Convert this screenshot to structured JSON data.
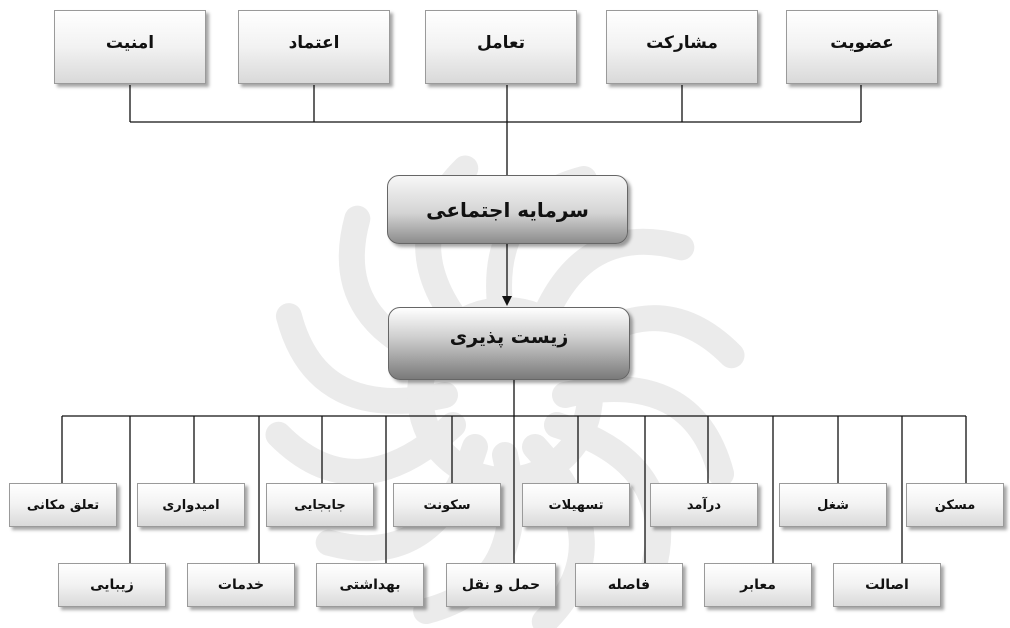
{
  "diagram": {
    "top_factors": [
      {
        "id": "amniyat",
        "label": "امنیت"
      },
      {
        "id": "etemad",
        "label": "اعتماد"
      },
      {
        "id": "taamol",
        "label": "تعامل"
      },
      {
        "id": "mosharekat",
        "label": "مشارکت"
      },
      {
        "id": "ozviyat",
        "label": "عضویت"
      }
    ],
    "central_node": "سرمایه اجتماعی",
    "target_node": "زیست پذیری",
    "bottom_row1": [
      {
        "id": "taaloq",
        "label": "تعلق مکانی"
      },
      {
        "id": "omidvari",
        "label": "امیدواری"
      },
      {
        "id": "jabejayi",
        "label": "جابجایی"
      },
      {
        "id": "sokunat",
        "label": "سکونت"
      },
      {
        "id": "tashilat",
        "label": "تسهیلات"
      },
      {
        "id": "daramad",
        "label": "درآمد"
      },
      {
        "id": "shoghl",
        "label": "شغل"
      },
      {
        "id": "maskan",
        "label": "مسکن"
      }
    ],
    "bottom_row2": [
      {
        "id": "zibayi",
        "label": "زیبایی"
      },
      {
        "id": "khadamat",
        "label": "خدمات"
      },
      {
        "id": "behdashti",
        "label": "بهداشتی"
      },
      {
        "id": "hamlonaql",
        "label": "حمل و نقل"
      },
      {
        "id": "fasele",
        "label": "فاصله"
      },
      {
        "id": "maaber",
        "label": "معابر"
      },
      {
        "id": "esalat",
        "label": "اصالت"
      }
    ],
    "colors": {
      "line": "#111111",
      "box_border": "#9a9a9a",
      "watermark": "#ececec"
    }
  }
}
